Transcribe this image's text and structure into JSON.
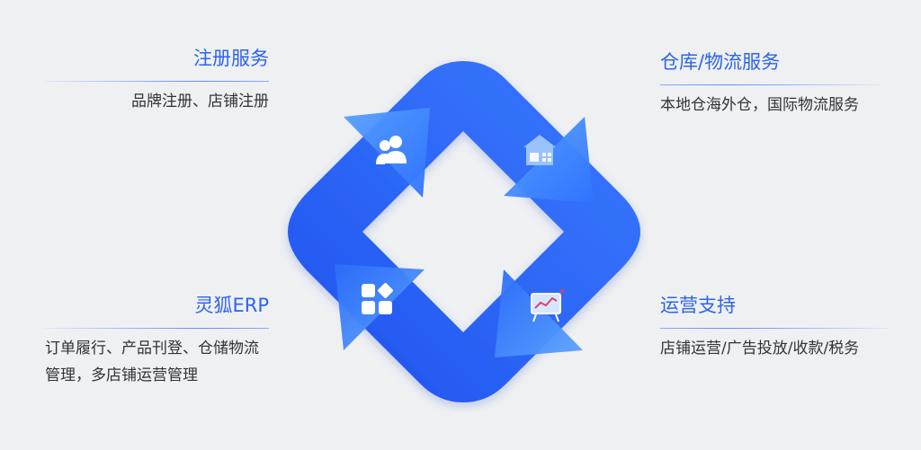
{
  "blocks": {
    "registration": {
      "title": "注册服务",
      "desc": "品牌注册、店铺注册"
    },
    "warehouse": {
      "title": "仓库/物流服务",
      "desc": "本地仓海外仓，国际物流服务"
    },
    "erp": {
      "title": "灵狐ERP",
      "desc": "订单履行、产品刊登、仓储物流管理，多店铺运营管理"
    },
    "operations": {
      "title": "运营支持",
      "desc": "店铺运营/广告投放/收款/税务"
    }
  },
  "icons": {
    "top_left": "users-icon",
    "top_right": "house-icon",
    "bottom_left": "apps-grid-icon",
    "bottom_right": "chart-board-icon"
  },
  "colors": {
    "title": "#2d63f0",
    "band_dark": "#1f55f0",
    "band_light": "#3a7cff",
    "arrow_head": "#3f8bff"
  }
}
